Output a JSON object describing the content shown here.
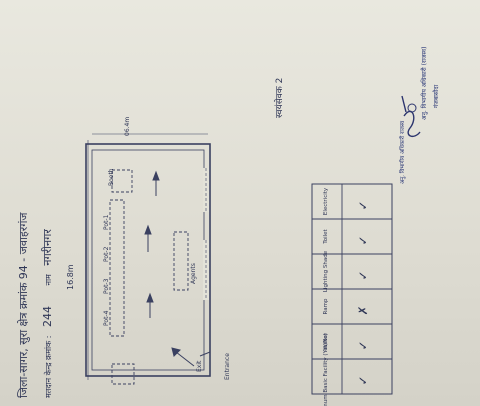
{
  "header": {
    "line1": "जिला-सागर, सुरा क्षेत्र क्रमांक 94 - जवाहरगंज",
    "line2_prefix": "मतदान केन्द्र क्रमांक :",
    "booth_number": "244",
    "name_prefix": "नाम",
    "booth_name": "नगरीनगर"
  },
  "plan": {
    "width_label": "16.8m",
    "length_label": "06.4m",
    "bench_labels": [
      "Pot-1",
      "Pot-2",
      "Pot-3",
      "Pot-4"
    ],
    "exit_label": "Exit",
    "entrance_label": "Entrance",
    "booth_label": "Booth",
    "agents_label": "Agents"
  },
  "note": "स्वयंसेवक 2",
  "stamp_line1": "अनु. विभागीय अधिकारी (राजस्व)",
  "stamp_line2": "गंजबासौदा",
  "stamp_caption": "अनु. विभागीय अधिकारी राजस्व",
  "facilities": {
    "headers": [
      "Minimum Basic Facility (Yes/No)",
      "Water",
      "Ramp",
      "Lighting Shade",
      "Toilet",
      "Electricity"
    ],
    "values": [
      "✓",
      "✓",
      "✗",
      "✓",
      "✓",
      "✓"
    ]
  }
}
